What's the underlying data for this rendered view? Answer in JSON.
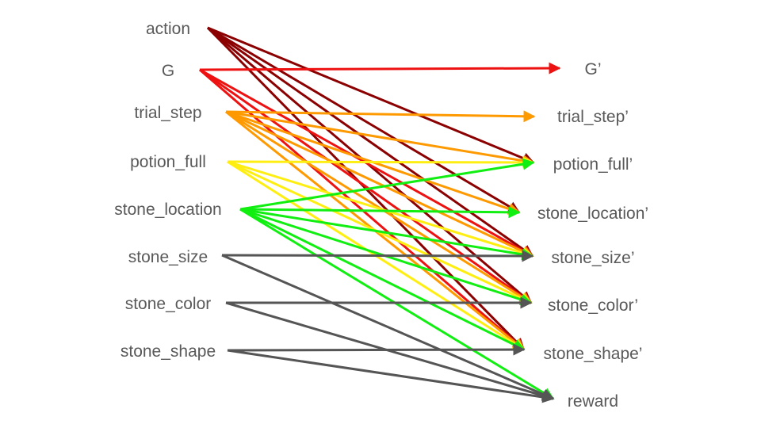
{
  "left_nodes": [
    {
      "id": "action",
      "label": "action"
    },
    {
      "id": "G",
      "label": "G"
    },
    {
      "id": "trial_step",
      "label": "trial_step"
    },
    {
      "id": "potion_full",
      "label": "potion_full"
    },
    {
      "id": "stone_location",
      "label": "stone_location"
    },
    {
      "id": "stone_size",
      "label": "stone_size"
    },
    {
      "id": "stone_color",
      "label": "stone_color"
    },
    {
      "id": "stone_shape",
      "label": "stone_shape"
    }
  ],
  "right_nodes": [
    {
      "id": "G_next",
      "label": "G’"
    },
    {
      "id": "trial_step_next",
      "label": "trial_step’"
    },
    {
      "id": "potion_full_next",
      "label": "potion_full’"
    },
    {
      "id": "stone_location_next",
      "label": "stone_location’"
    },
    {
      "id": "stone_size_next",
      "label": "stone_size’"
    },
    {
      "id": "stone_color_next",
      "label": "stone_color’"
    },
    {
      "id": "stone_shape_next",
      "label": "stone_shape’"
    },
    {
      "id": "reward",
      "label": "reward"
    }
  ],
  "colors": {
    "action": "#8b0000",
    "G": "#ee1111",
    "trial_step": "#ff9900",
    "potion_full": "#ffee11",
    "stone_location": "#11ee11",
    "stone_size": "#555555",
    "stone_color": "#555555",
    "stone_shape": "#555555",
    "label": "#595959"
  },
  "edges": [
    {
      "from": "action",
      "to": "potion_full_next"
    },
    {
      "from": "action",
      "to": "stone_location_next"
    },
    {
      "from": "action",
      "to": "stone_size_next"
    },
    {
      "from": "action",
      "to": "stone_color_next"
    },
    {
      "from": "action",
      "to": "stone_shape_next"
    },
    {
      "from": "G",
      "to": "G_next"
    },
    {
      "from": "G",
      "to": "stone_size_next"
    },
    {
      "from": "G",
      "to": "stone_color_next"
    },
    {
      "from": "G",
      "to": "stone_shape_next"
    },
    {
      "from": "trial_step",
      "to": "trial_step_next"
    },
    {
      "from": "trial_step",
      "to": "potion_full_next"
    },
    {
      "from": "trial_step",
      "to": "stone_location_next"
    },
    {
      "from": "trial_step",
      "to": "stone_size_next"
    },
    {
      "from": "trial_step",
      "to": "stone_color_next"
    },
    {
      "from": "trial_step",
      "to": "stone_shape_next"
    },
    {
      "from": "potion_full",
      "to": "potion_full_next"
    },
    {
      "from": "potion_full",
      "to": "stone_size_next"
    },
    {
      "from": "potion_full",
      "to": "stone_color_next"
    },
    {
      "from": "potion_full",
      "to": "stone_shape_next"
    },
    {
      "from": "stone_location",
      "to": "potion_full_next"
    },
    {
      "from": "stone_location",
      "to": "stone_location_next"
    },
    {
      "from": "stone_location",
      "to": "stone_size_next"
    },
    {
      "from": "stone_location",
      "to": "stone_color_next"
    },
    {
      "from": "stone_location",
      "to": "stone_shape_next"
    },
    {
      "from": "stone_location",
      "to": "reward"
    },
    {
      "from": "stone_size",
      "to": "stone_size_next"
    },
    {
      "from": "stone_size",
      "to": "reward"
    },
    {
      "from": "stone_color",
      "to": "stone_color_next"
    },
    {
      "from": "stone_color",
      "to": "reward"
    },
    {
      "from": "stone_shape",
      "to": "stone_shape_next"
    },
    {
      "from": "stone_shape",
      "to": "reward"
    }
  ]
}
